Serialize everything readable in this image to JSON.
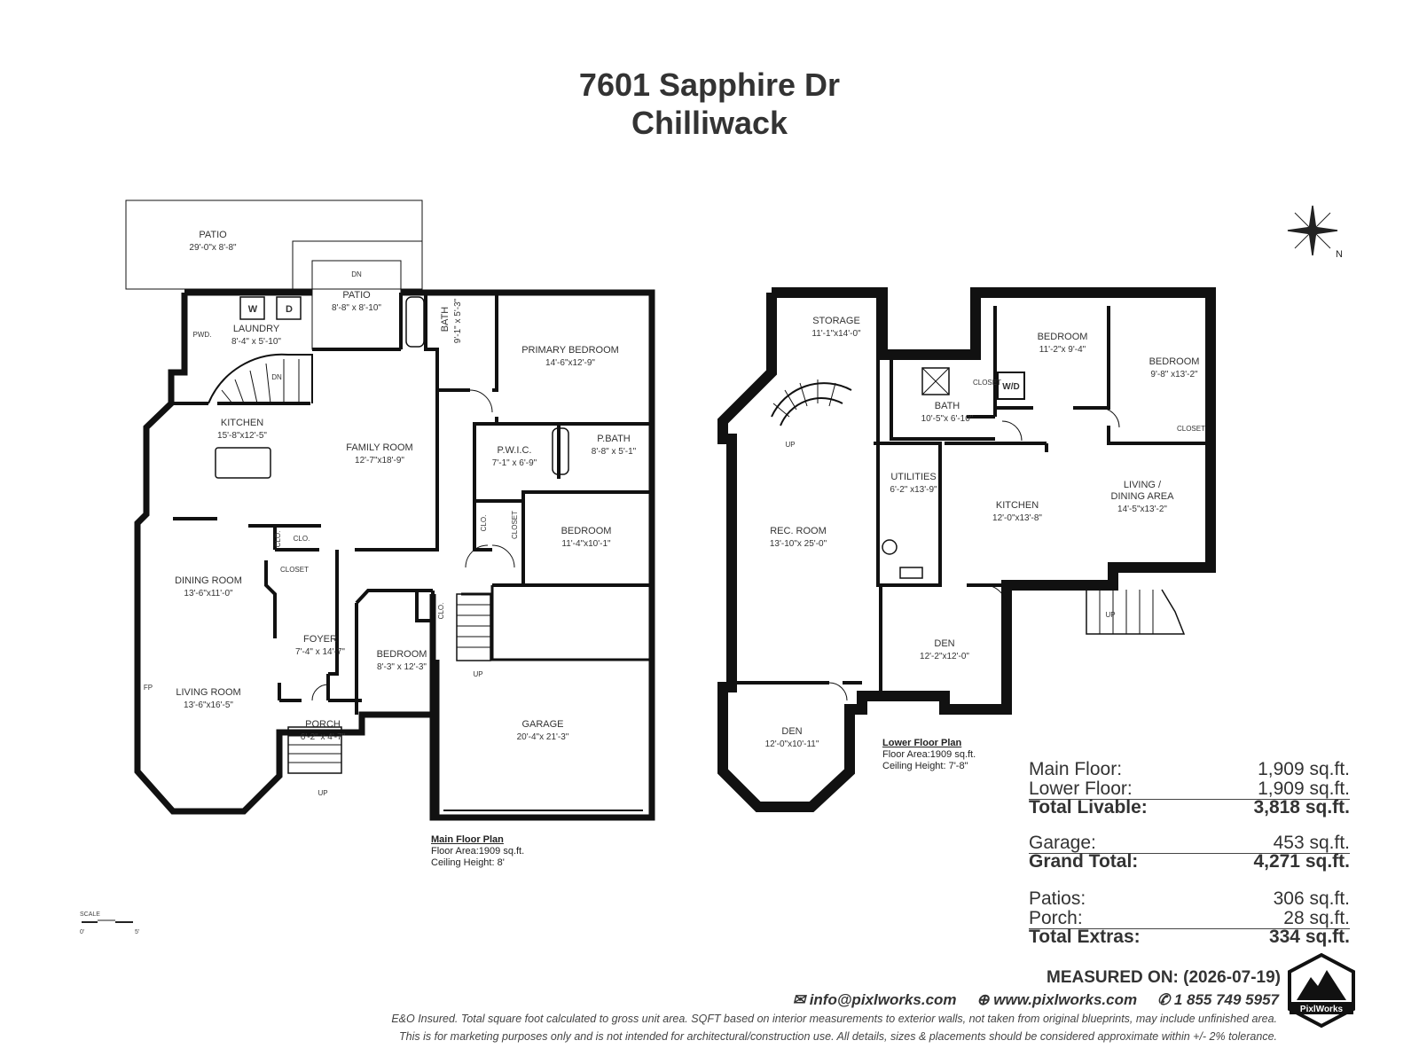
{
  "title": {
    "line1": "7601 Sapphire Dr",
    "line2": "Chilliwack"
  },
  "main_floor": {
    "header": "Main Floor Plan",
    "floor_area": "Floor Area:1909 sq.ft.",
    "ceiling": "Ceiling Height: 8'",
    "rooms": {
      "patio_top": {
        "name": "PATIO",
        "dims": "29'-0\"x 8'-8\""
      },
      "patio_small": {
        "name": "PATIO",
        "dims": "8'-8\" x 8'-10\""
      },
      "laundry": {
        "name": "LAUNDRY",
        "dims": "8'-4\" x 5'-10\""
      },
      "pwd": {
        "name": "PWD."
      },
      "bath": {
        "name": "BATH",
        "dims": "9'-1\" x 5'-3\""
      },
      "primary_bedroom": {
        "name": "PRIMARY BEDROOM",
        "dims": "14'-6\"x12'-9\""
      },
      "kitchen": {
        "name": "KITCHEN",
        "dims": "15'-8\"x12'-5\""
      },
      "family_room": {
        "name": "FAMILY ROOM",
        "dims": "12'-7\"x18'-9\""
      },
      "pwic": {
        "name": "P.W.I.C.",
        "dims": "7'-1\" x 6'-9\""
      },
      "pbath": {
        "name": "P.BATH",
        "dims": "8'-8\" x 5'-1\""
      },
      "bedroom_right": {
        "name": "BEDROOM",
        "dims": "11'-4\"x10'-1\""
      },
      "dining_room": {
        "name": "DINING ROOM",
        "dims": "13'-6\"x11'-0\""
      },
      "foyer": {
        "name": "FOYER",
        "dims": "7'-4\" x 14'-7\""
      },
      "bedroom_mid": {
        "name": "BEDROOM",
        "dims": "8'-3\" x 12'-3\""
      },
      "living_room": {
        "name": "LIVING ROOM",
        "dims": "13'-6\"x16'-5\""
      },
      "porch": {
        "name": "PORCH",
        "dims": "6'-2\" x 4'-7\""
      },
      "garage": {
        "name": "GARAGE",
        "dims": "20'-4\"x 21'-3\""
      }
    },
    "marks": {
      "dn1": "DN",
      "dn2": "DN",
      "up1": "UP",
      "up2": "UP",
      "w": "W",
      "d": "D",
      "fp": "FP",
      "clo1": "CLO.",
      "clo2": "CLO.",
      "clo3": "CLO.",
      "clo4": "CLO.",
      "closet1": "CLOSET",
      "closet2": "CLOSET"
    }
  },
  "lower_floor": {
    "header": "Lower Floor Plan",
    "floor_area": "Floor Area:1909 sq.ft.",
    "ceiling": "Ceiling Height: 7'-8\"",
    "rooms": {
      "storage": {
        "name": "STORAGE",
        "dims": "11'-1\"x14'-0\""
      },
      "bedroom1": {
        "name": "BEDROOM",
        "dims": "11'-2\"x 9'-4\""
      },
      "bedroom2": {
        "name": "BEDROOM",
        "dims": "9'-8\" x13'-2\""
      },
      "bath": {
        "name": "BATH",
        "dims": "10'-5\"x 6'-10\""
      },
      "utilities": {
        "name": "UTILITIES",
        "dims": "6'-2\" x13'-9\""
      },
      "kitchen": {
        "name": "KITCHEN",
        "dims": "12'-0\"x13'-8\""
      },
      "living_dining": {
        "name": "LIVING /",
        "name2": "DINING AREA",
        "dims": "14'-5\"x13'-2\""
      },
      "rec_room": {
        "name": "REC. ROOM",
        "dims": "13'-10\"x 25'-0\""
      },
      "den1": {
        "name": "DEN",
        "dims": "12'-2\"x12'-0\""
      },
      "den2": {
        "name": "DEN",
        "dims": "12'-0\"x10'-11\""
      }
    },
    "marks": {
      "up1": "UP",
      "up2": "UP",
      "closet1": "CLOSET",
      "closet2": "CLOSET",
      "wd": "W/D"
    }
  },
  "areas": {
    "main_floor": {
      "label": "Main Floor:",
      "value": "1,909 sq.ft."
    },
    "lower_floor": {
      "label": "Lower Floor:",
      "value": "1,909 sq.ft."
    },
    "total_livable": {
      "label": "Total Livable:",
      "value": "3,818 sq.ft."
    },
    "garage": {
      "label": "Garage:",
      "value": "453 sq.ft."
    },
    "grand_total": {
      "label": "Grand Total:",
      "value": "4,271 sq.ft."
    },
    "patios": {
      "label": "Patios:",
      "value": "306 sq.ft."
    },
    "porch": {
      "label": "Porch:",
      "value": "28 sq.ft."
    },
    "total_extras": {
      "label": "Total Extras:",
      "value": "334 sq.ft."
    }
  },
  "measured_on": "MEASURED ON: (2026-07-19)",
  "contact": {
    "email": "info@pixlworks.com",
    "web": "www.pixlworks.com",
    "phone": "1 855 749 5957"
  },
  "disclaimer": {
    "line1": "E&O Insured.  Total square foot calculated to gross unit area. SQFT based on interior measurements to exterior walls, not taken from original blueprints, may include unfinished area.",
    "line2": "This is for marketing purposes only and is not intended for architectural/construction use.  All details, sizes & placements should be considered approximate within +/- 2%  tolerance."
  },
  "logo_text": "PixlWorks",
  "scale": {
    "label": "SCALE",
    "start": "0'",
    "end": "5'"
  },
  "compass_label": "N",
  "icons": {
    "email": "envelope-icon",
    "web": "globe-icon",
    "phone": "phone-icon"
  }
}
